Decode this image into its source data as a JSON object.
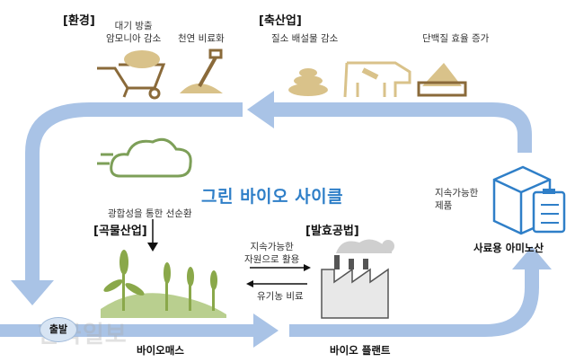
{
  "sections": {
    "environment": {
      "header": "[환경]",
      "item1": "대기 방출\n암모니아 감소",
      "item2": "천연 비료화"
    },
    "livestock": {
      "header": "[축산업]",
      "item1": "질소 배설물 감소",
      "item2": "단백질 효율 증가"
    },
    "grain": {
      "header": "[곡물산업]",
      "photosynthesis": "광합성을 통한 선순환"
    },
    "fermentation": {
      "header": "[발효공법]"
    },
    "feed": {
      "label": "사료용 아미노산",
      "note": "지속가능한\n제품"
    }
  },
  "cycle_title": "그린 바이오 사이클",
  "exchange": {
    "top": "지속가능한\n자원으로 활용",
    "bottom": "유기농 비료"
  },
  "bottom": {
    "biomass": "바이오매스",
    "plant": "바이오 플랜트",
    "start": "출발"
  },
  "watermark": "한국일보",
  "colors": {
    "arrow": "#a9c3e6",
    "icon_brown": "#8a6a3a",
    "icon_tan": "#d9c28a",
    "icon_green": "#8aa84a",
    "cloud": "#7d9f58",
    "title": "#2f7fc8"
  }
}
